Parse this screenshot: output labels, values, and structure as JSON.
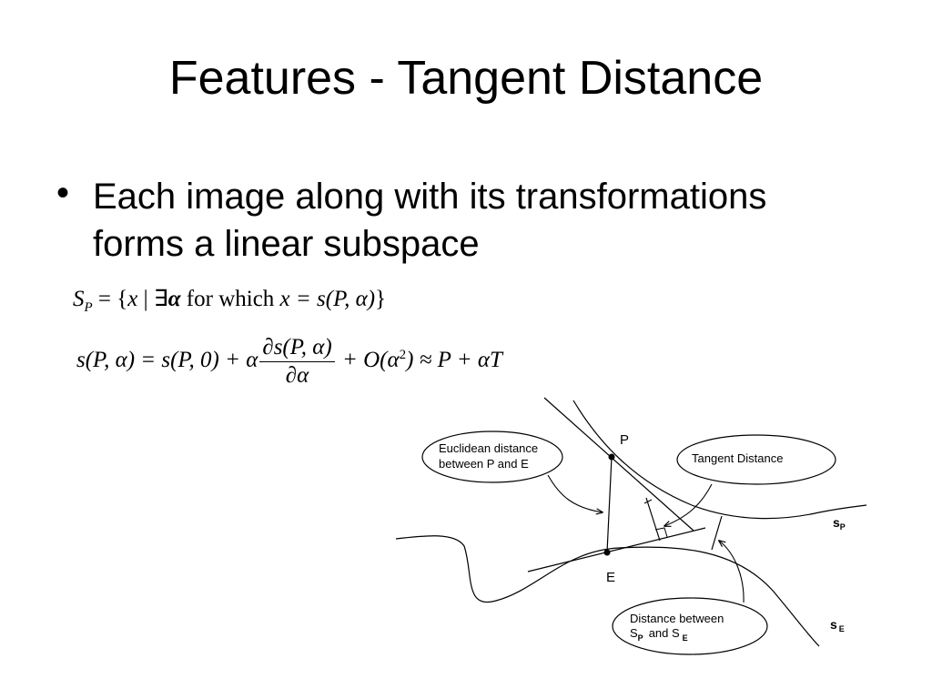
{
  "slide": {
    "title": "Features - Tangent Distance",
    "bullet_symbol": "•",
    "bullet_line1": "Each image along with its transformations",
    "bullet_line2": "forms a linear subspace"
  },
  "equations": {
    "eq1": {
      "S": "S",
      "sub": "P",
      "part1": " = {",
      "x1": "x",
      "part2": " | ∃",
      "alpha": "α",
      "part3": " for which ",
      "rhs": "x = s(P, α)",
      "close": "}"
    },
    "eq2": {
      "lhs": "s(P, α) = s(P, 0) + α",
      "num": "∂s(P, α)",
      "den": "∂α",
      "rhs_a": " + O(α",
      "sq": "2",
      "rhs_b": ") ≈ P + αT"
    }
  },
  "diagram": {
    "point_p": "P",
    "point_e": "E",
    "callout_euclid_line1": "Euclidean distance",
    "callout_euclid_line2": "between P and E",
    "callout_tangent": "Tangent Distance",
    "callout_between_line1": "Distance between",
    "callout_between_s1": "S",
    "callout_between_p": "P",
    "callout_between_and": "and S",
    "callout_between_e": "E",
    "label_sp_s": "s",
    "label_sp_sub": "P",
    "label_se_s": "s",
    "label_se_sub": "E"
  }
}
